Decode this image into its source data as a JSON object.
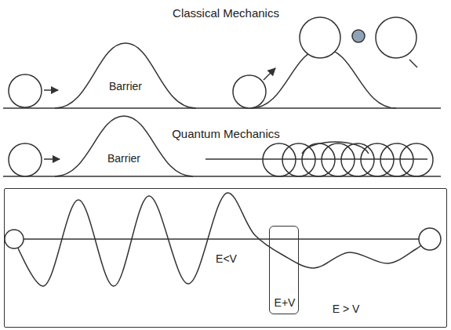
{
  "diagram": {
    "nodes": [
      {
        "text": [
          "Barrier"
        ]
      },
      {
        "text": [
          "Barrier"
        ]
      },
      {
        "text": [
          "E > V",
          "E<V"
        ]
      },
      {
        "text": [
          "E+V"
        ],
        "in": 2
      }
    ],
    "labels": [
      "Classical Mechanics",
      "Quantum Mechanics"
    ]
  }
}
